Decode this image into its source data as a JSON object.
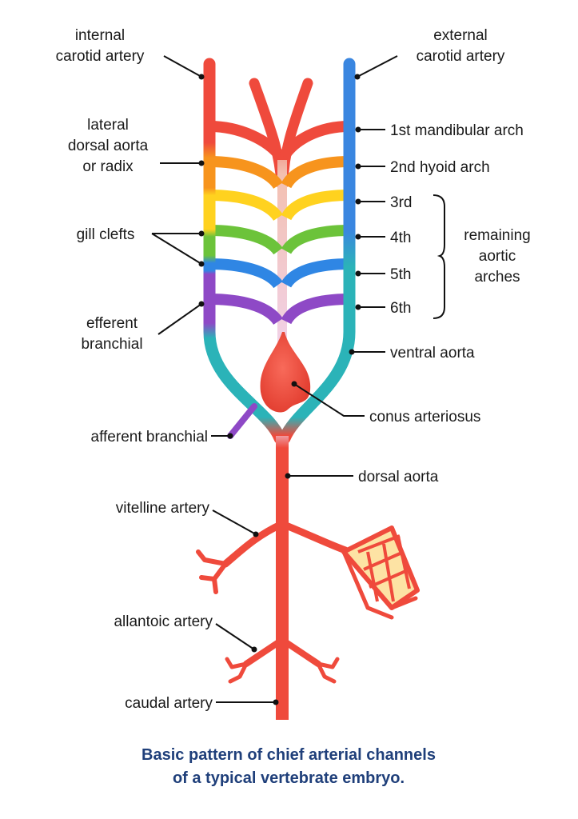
{
  "labels": {
    "internal_carotid_1": "internal",
    "internal_carotid_2": "carotid artery",
    "external_carotid_1": "external",
    "external_carotid_2": "carotid artery",
    "lateral_dorsal_1": "lateral",
    "lateral_dorsal_2": "dorsal aorta",
    "lateral_dorsal_3": "or radix",
    "gill_clefts": "gill clefts",
    "efferent_1": "efferent",
    "efferent_2": "branchial",
    "arch_1": "1st mandibular arch",
    "arch_2": "2nd hyoid arch",
    "arch_3": "3rd",
    "arch_4": "4th",
    "arch_5": "5th",
    "arch_6": "6th",
    "remaining_1": "remaining",
    "remaining_2": "aortic",
    "remaining_3": "arches",
    "ventral_aorta": "ventral aorta",
    "conus": "conus arteriosus",
    "afferent": "afferent branchial",
    "dorsal_aorta": "dorsal aorta",
    "vitelline": "vitelline artery",
    "allantoic": "allantoic artery",
    "caudal": "caudal artery"
  },
  "caption": {
    "line1": "Basic pattern of chief arterial channels",
    "line2": "of a typical vertebrate embryo."
  },
  "colors": {
    "artery_red": "#ef4a3c",
    "ventral_blue": "#3a86e0",
    "teal": "#2bb3b8",
    "arch_orange": "#f7941d",
    "arch_yellow": "#ffd21f",
    "arch_green": "#6cc33a",
    "arch_blue": "#2f86e4",
    "arch_purple": "#8e49c6",
    "capillary": "#fde3a4",
    "caption": "#1f3f7a"
  }
}
